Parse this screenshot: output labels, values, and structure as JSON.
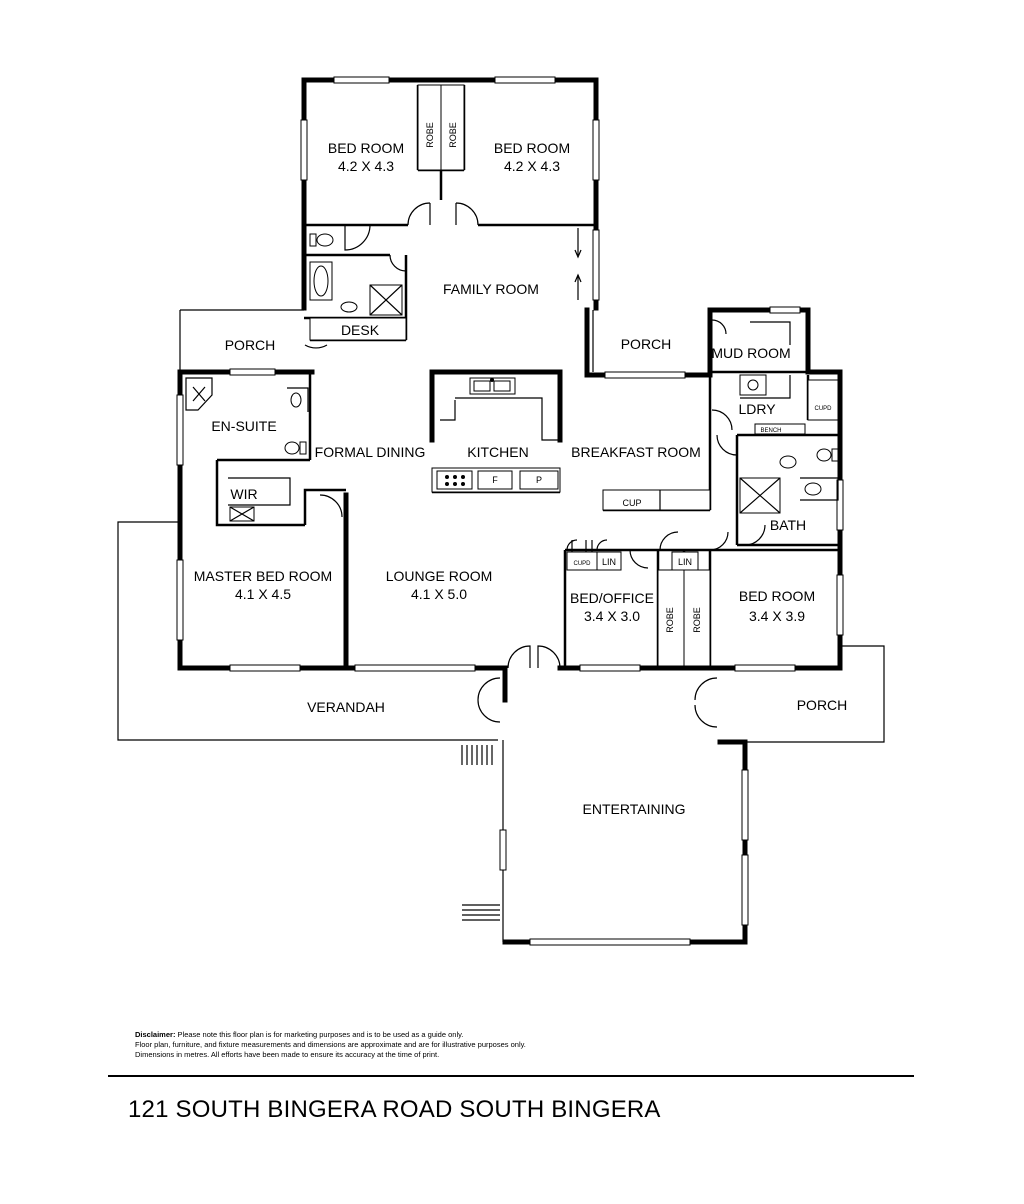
{
  "rooms": {
    "bed1": {
      "name": "BED ROOM",
      "dims": "4.2 X 4.3"
    },
    "bed2": {
      "name": "BED ROOM",
      "dims": "4.2 X 4.3"
    },
    "robe1": "ROBE",
    "robe2": "ROBE",
    "family": "FAMILY ROOM",
    "desk": "DESK",
    "porch_left": "PORCH",
    "porch_mid": "PORCH",
    "porch_right": "PORCH",
    "mud": "MUD ROOM",
    "ldry": "LDRY",
    "cupd_ldry": "CUPD",
    "bench": "BENCH",
    "ensuite": "EN-SUITE",
    "formal_dining": "FORMAL DINING",
    "kitchen": "KITCHEN",
    "fridge": "F",
    "pantry": "P",
    "breakfast": "BREAKFAST ROOM",
    "cup": "CUP",
    "wir": "WIR",
    "bath": "BATH",
    "master": {
      "name": "MASTER BED ROOM",
      "dims": "4.1 X 4.5"
    },
    "lounge": {
      "name": "LOUNGE ROOM",
      "dims": "4.1 X 5.0"
    },
    "cupd_hall": "CUPD",
    "lin1": "LIN",
    "lin2": "LIN",
    "bed_office": {
      "name": "BED/OFFICE",
      "dims": "3.4 X 3.0"
    },
    "robe3": "ROBE",
    "robe4": "ROBE",
    "bed3": {
      "name": "BED ROOM",
      "dims": "3.4 X 3.9"
    },
    "verandah": "VERANDAH",
    "entertaining": "ENTERTAINING"
  },
  "disclaimer": {
    "label": "Disclaimer:",
    "line1": " Please note this floor plan is for marketing purposes and is to be used as a guide only.",
    "line2": "Floor plan, furniture, and fixture measurements and dimensions are approximate and are for illustrative purposes only.",
    "line3": "Dimensions in metres. All efforts have been made to ensure its accuracy at the time of print."
  },
  "address": "121 SOUTH BINGERA ROAD SOUTH BINGERA"
}
